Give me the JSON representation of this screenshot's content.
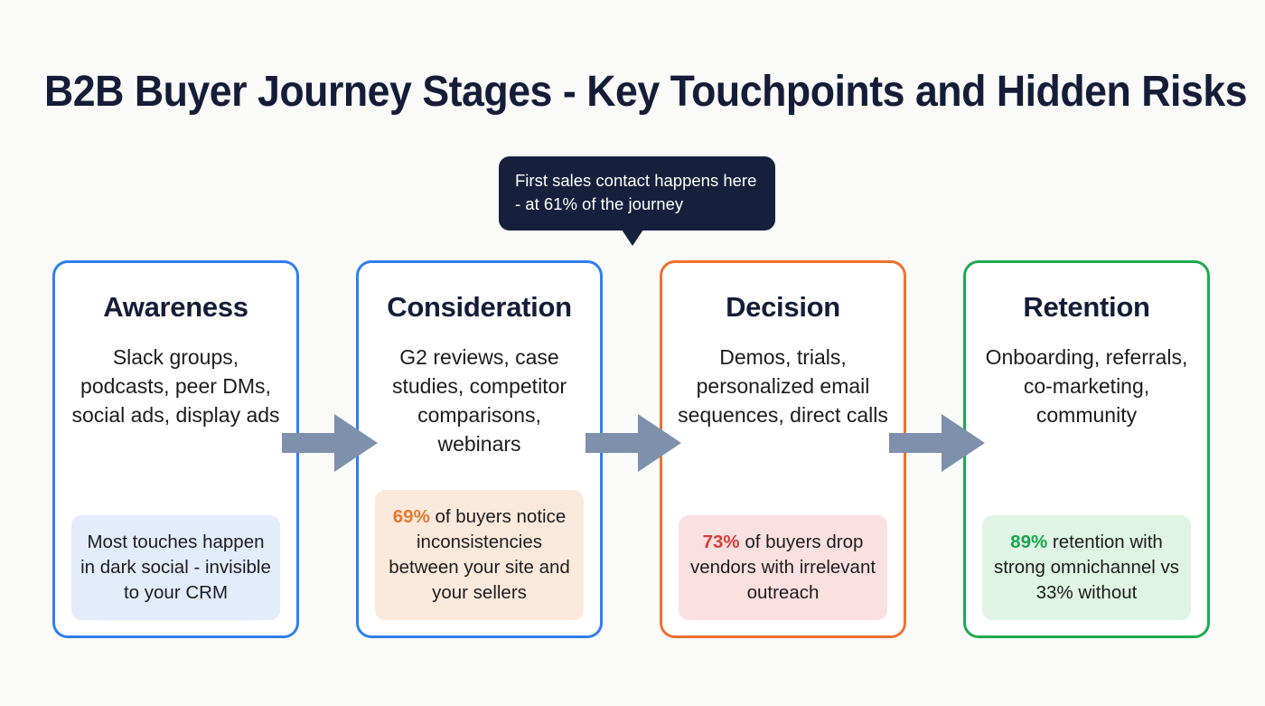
{
  "page": {
    "title": "B2B Buyer Journey Stages - Key Touchpoints and Hidden Risks",
    "background_color": "#fafaf9",
    "title_color": "#141c38"
  },
  "callout": {
    "text": "First sales contact happens here - at 61% of the journey",
    "background_color": "#16203c",
    "text_color": "#ffffff",
    "points_to": "Consideration"
  },
  "stages": [
    {
      "title": "Awareness",
      "description": "Slack groups, podcasts, peer DMs, social ads, display ads",
      "border_color": "#2f7ff0",
      "stat": {
        "percent": "",
        "percent_color": "",
        "text": "Most touches happen in dark social - invisible to your CRM",
        "background_color": "#e3ecfb"
      }
    },
    {
      "title": "Consideration",
      "description": "G2 reviews, case studies, competitor comparisons, webinars",
      "border_color": "#2f7ff0",
      "stat": {
        "percent": "69%",
        "percent_color": "#e8772e",
        "text": " of buyers notice inconsistencies between your site and your sellers",
        "background_color": "#fbe9dc"
      }
    },
    {
      "title": "Decision",
      "description": "Demos, trials, personalized email sequences, direct calls",
      "border_color": "#f0712c",
      "stat": {
        "percent": "73%",
        "percent_color": "#dd3b3b",
        "text": " of buyers drop vendors with irrelevant outreach",
        "background_color": "#fbe0e1"
      }
    },
    {
      "title": "Retention",
      "description": "Onboarding, referrals, co-marketing, community",
      "border_color": "#1eaa4f",
      "stat": {
        "percent": "89%",
        "percent_color": "#19a551",
        "text": " retention with strong omnichannel vs 33% without",
        "background_color": "#dff4e4"
      }
    }
  ],
  "connectors": [
    {
      "name": "arrow-awareness-to-consideration",
      "color": "#7e90ab"
    },
    {
      "name": "arrow-consideration-to-decision",
      "color": "#7e90ab"
    },
    {
      "name": "arrow-decision-to-retention",
      "color": "#7e90ab"
    }
  ]
}
